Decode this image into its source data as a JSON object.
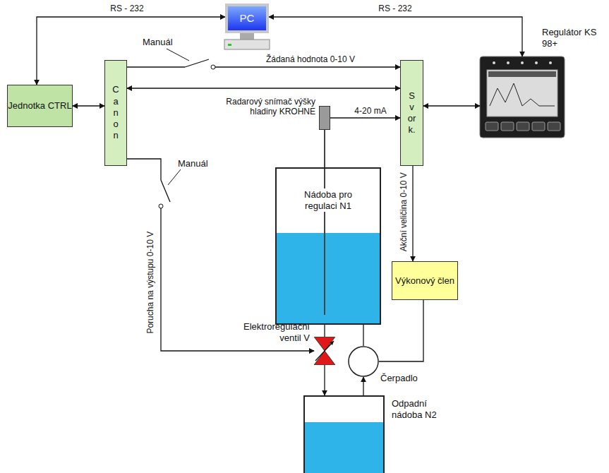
{
  "diagram": {
    "nodes": [
      {
        "text": [
          "PC"
        ]
      },
      {
        "text": [
          "Jednotka CTRL"
        ]
      },
      {
        "text": [
          "Canon"
        ]
      },
      {
        "text": [
          "Svork."
        ]
      },
      {
        "text": [
          "Regulátor KS 98+"
        ]
      },
      {
        "text": [
          "Radarový snímač výšky hladiny KROHNE"
        ]
      },
      {
        "text": [
          "Nádoba pro regulaci N1"
        ]
      },
      {
        "text": [
          "Výkonový člen"
        ]
      },
      {
        "text": [
          "Elektroregulační ventil V"
        ]
      },
      {
        "text": [
          "Čerpadlo"
        ]
      },
      {
        "text": [
          "Odpadní nádoba N2"
        ]
      }
    ],
    "edges": [
      {
        "from": 0,
        "to": 1,
        "arrow": "both",
        "label": "RS - 232"
      },
      {
        "from": 0,
        "to": 4,
        "arrow": "both",
        "label": "RS - 232"
      },
      {
        "from": 1,
        "to": 2,
        "arrow": "both"
      },
      {
        "from": 2,
        "to": 3,
        "arrow": "to",
        "label": "Žádaná hodnota 0-10 V"
      },
      {
        "from": 2,
        "to": 3,
        "arrow": "both"
      },
      {
        "from": 5,
        "to": 3,
        "arrow": "to",
        "label": "4-20 mA"
      },
      {
        "from": 3,
        "to": 4,
        "arrow": "both"
      },
      {
        "from": 3,
        "to": 7,
        "arrow": "to",
        "label": "Akční veličina 0-10 V"
      },
      {
        "from": 7,
        "to": 9,
        "arrow": "none"
      },
      {
        "from": 2,
        "to": 8,
        "arrow": "to",
        "label": "Porucha na výstupu 0-10 V"
      },
      {
        "from": 6,
        "to": 8,
        "arrow": "none"
      },
      {
        "from": 8,
        "to": 10,
        "arrow": "to"
      },
      {
        "from": 10,
        "to": 9,
        "arrow": "to"
      },
      {
        "from": 9,
        "to": 6,
        "arrow": "none"
      }
    ],
    "labels": [
      "Manuál",
      "Manuál"
    ]
  }
}
